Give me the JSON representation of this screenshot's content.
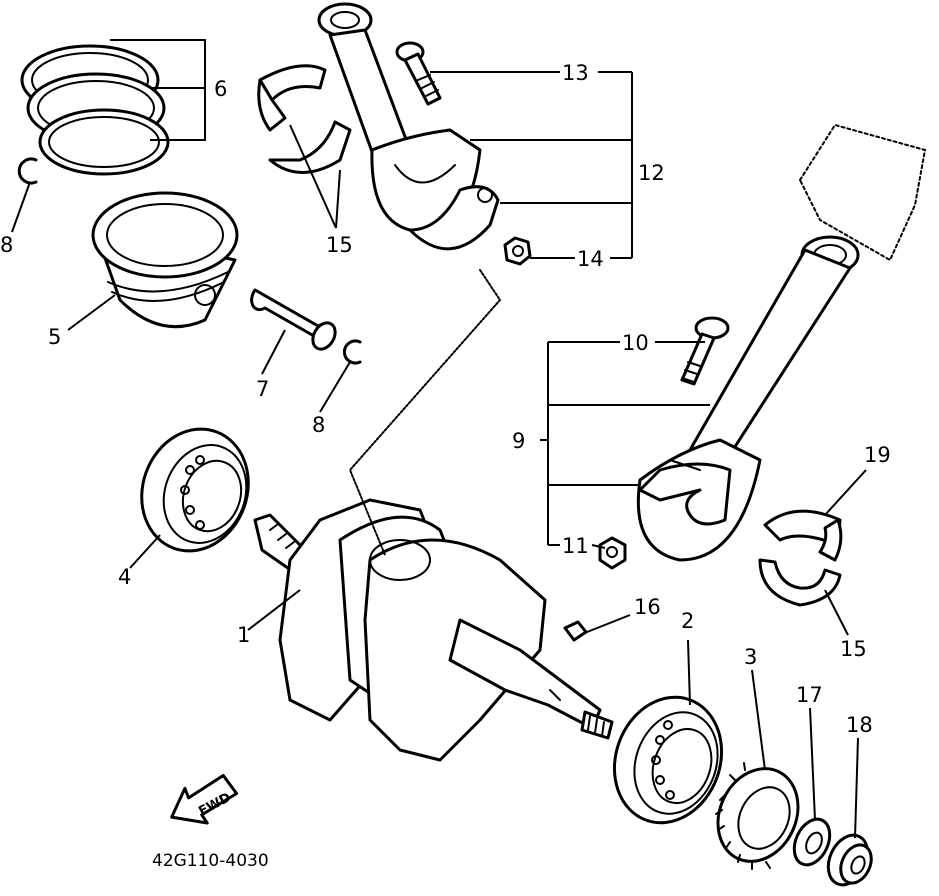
{
  "part_labels": {
    "p1": "1",
    "p2": "2",
    "p3": "3",
    "p4": "4",
    "p5": "5",
    "p6": "6",
    "p7": "7",
    "p8a": "8",
    "p8b": "8",
    "p9": "9",
    "p10": "10",
    "p11": "11",
    "p12": "12",
    "p13": "13",
    "p14": "14",
    "p15a": "15",
    "p15b": "15",
    "p16": "16",
    "p17": "17",
    "p18": "18",
    "p19": "19"
  },
  "fwd_label": "FWD",
  "diagram_code": "42G110-4030"
}
